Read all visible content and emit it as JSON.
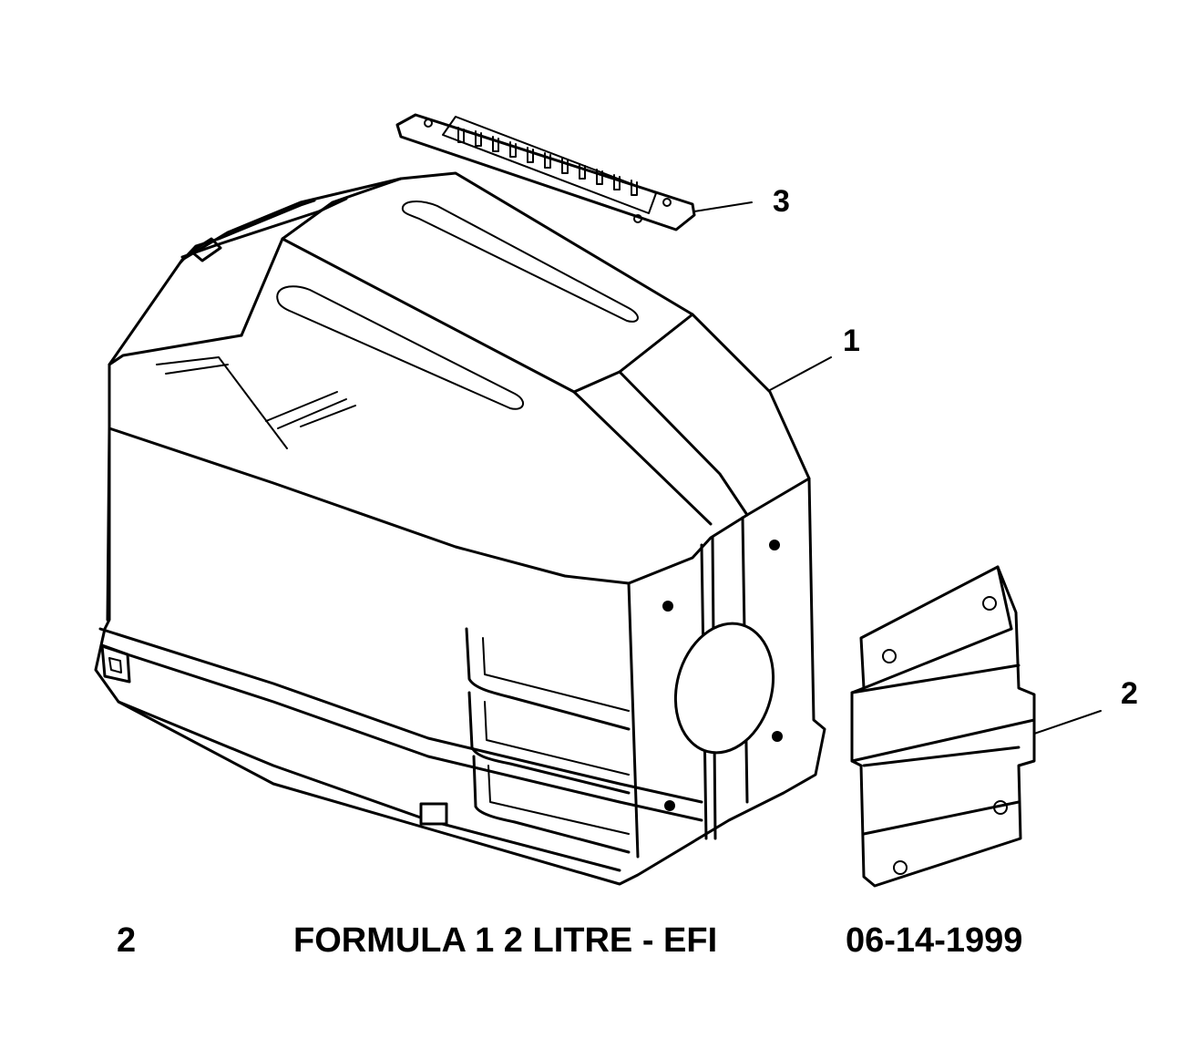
{
  "callouts": {
    "part1": "1",
    "part2": "2",
    "part3": "3"
  },
  "footer": {
    "page_number": "2",
    "title": "FORMULA 1 2 LITRE - EFI",
    "date": "06-14-1999"
  }
}
